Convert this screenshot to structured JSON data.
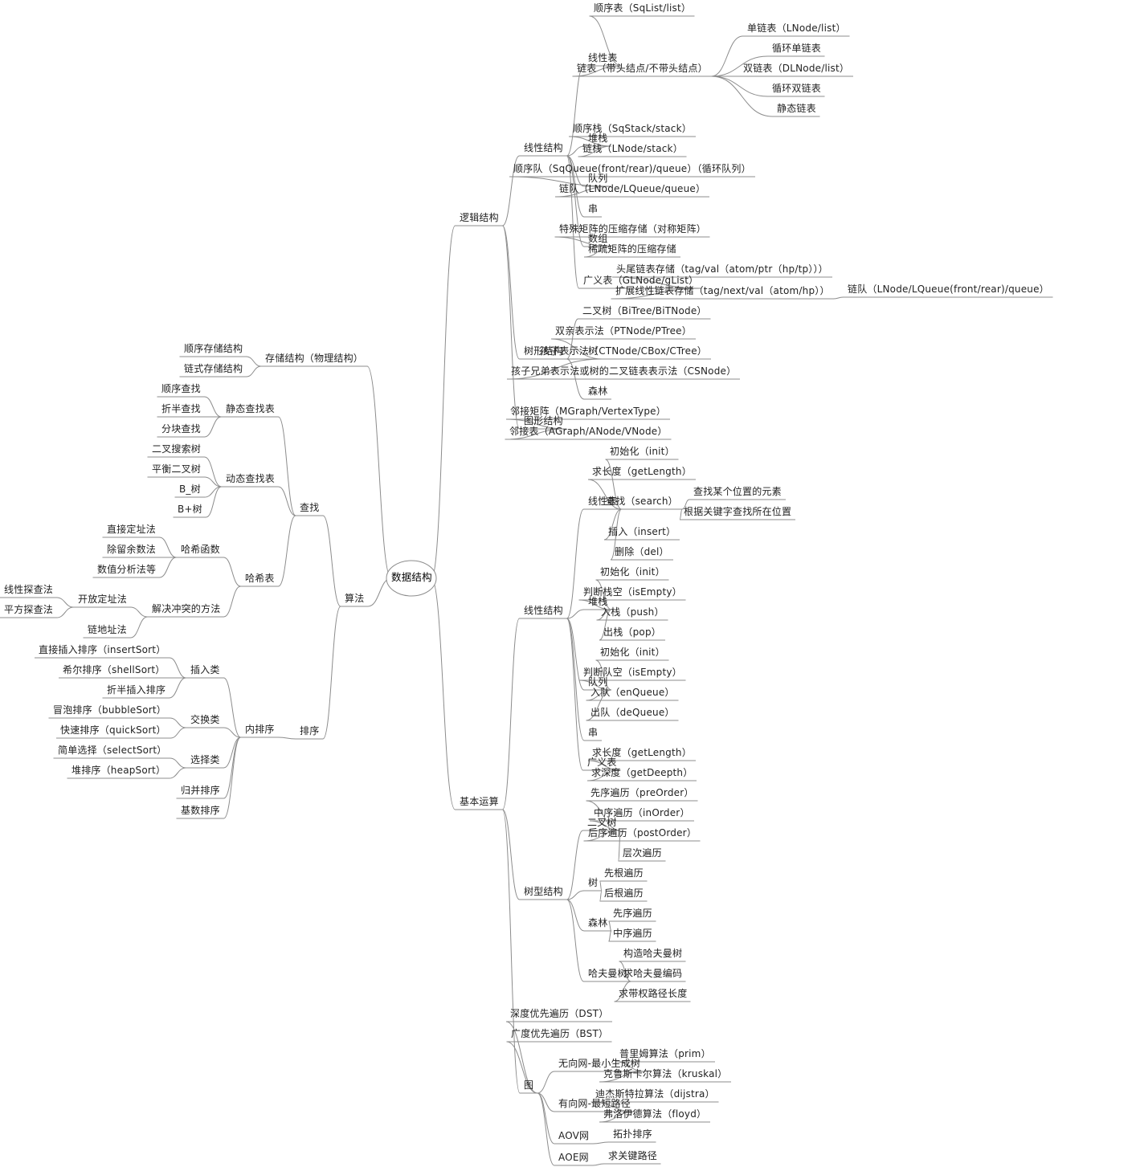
{
  "colors": {
    "line": "#8c8c8c",
    "text": "#222222",
    "background": "#ffffff"
  },
  "root": "数据结构",
  "right": [
    {
      "label": "逻辑结构",
      "children": [
        {
          "label": "线性结构",
          "children": [
            {
              "label": "线性表",
              "children": [
                {
                  "label": "顺序表（SqList/list）"
                },
                {
                  "label": "链表（带头结点/不带头结点）",
                  "children": [
                    {
                      "label": "单链表（LNode/list）"
                    },
                    {
                      "label": "循环单链表"
                    },
                    {
                      "label": "双链表（DLNode/list）"
                    },
                    {
                      "label": "循环双链表"
                    },
                    {
                      "label": "静态链表"
                    }
                  ]
                }
              ]
            },
            {
              "label": "堆栈",
              "children": [
                {
                  "label": "顺序栈（SqStack/stack）"
                },
                {
                  "label": "链栈（LNode/stack）"
                }
              ]
            },
            {
              "label": "队列",
              "children": [
                {
                  "label": "顺序队（SqQueue(front/rear)/queue）（循环队列）"
                },
                {
                  "label": "链队（LNode/LQueue/queue）"
                }
              ]
            },
            {
              "label": "串"
            },
            {
              "label": "数组",
              "children": [
                {
                  "label": "特殊矩阵的压缩存储（对称矩阵）"
                },
                {
                  "label": "稀疏矩阵的压缩存储"
                }
              ]
            },
            {
              "label": "广义表（GLNode/gList）",
              "children": [
                {
                  "label": "头尾链表存储（tag/val（atom/ptr（hp/tp）））"
                },
                {
                  "label": "扩展线性链表存储（tag/next/val（atom/hp））",
                  "children": [
                    {
                      "label": "链队（LNode/LQueue(front/rear)/queue）"
                    }
                  ]
                }
              ]
            }
          ]
        },
        {
          "label": "树形结构",
          "children": [
            {
              "label": "二叉树（BiTree/BiTNode）"
            },
            {
              "label": "树",
              "children": [
                {
                  "label": "双亲表示法（PTNode/PTree）"
                },
                {
                  "label": "孩子表示法（CTNode/CBox/CTree）"
                },
                {
                  "label": "孩子兄弟表示法或树的二叉链表表示法（CSNode）"
                }
              ]
            },
            {
              "label": "森林"
            }
          ]
        },
        {
          "label": "图形结构",
          "children": [
            {
              "label": "邻接矩阵（MGraph/VertexType）"
            },
            {
              "label": "邻接表（AGraph/ANode/VNode）"
            }
          ]
        }
      ]
    },
    {
      "label": "基本运算",
      "children": [
        {
          "label": "线性结构",
          "children": [
            {
              "label": "线性表",
              "children": [
                {
                  "label": "初始化（init）"
                },
                {
                  "label": "求长度（getLength）"
                },
                {
                  "label": "查找（search）",
                  "children": [
                    {
                      "label": "查找某个位置的元素"
                    },
                    {
                      "label": "根据关键字查找所在位置"
                    }
                  ]
                },
                {
                  "label": "插入（insert）"
                },
                {
                  "label": "删除（del）"
                }
              ]
            },
            {
              "label": "堆栈",
              "children": [
                {
                  "label": "初始化（init）"
                },
                {
                  "label": "判断栈空（isEmpty）"
                },
                {
                  "label": "入栈（push）"
                },
                {
                  "label": "出栈（pop）"
                }
              ]
            },
            {
              "label": "队列",
              "children": [
                {
                  "label": "初始化（init）"
                },
                {
                  "label": "判断队空（isEmpty）"
                },
                {
                  "label": "入队（enQueue）"
                },
                {
                  "label": "出队（deQueue）"
                }
              ]
            },
            {
              "label": "串"
            },
            {
              "label": "广义表",
              "children": [
                {
                  "label": "求长度（getLength）"
                },
                {
                  "label": "求深度（getDeepth）"
                }
              ]
            }
          ]
        },
        {
          "label": "树型结构",
          "children": [
            {
              "label": "二叉树",
              "children": [
                {
                  "label": "先序遍历（preOrder）"
                },
                {
                  "label": "中序遍历（inOrder）"
                },
                {
                  "label": "后序遍历（postOrder）"
                },
                {
                  "label": "层次遍历"
                }
              ]
            },
            {
              "label": "树",
              "children": [
                {
                  "label": "先根遍历"
                },
                {
                  "label": "后根遍历"
                }
              ]
            },
            {
              "label": "森林",
              "children": [
                {
                  "label": "先序遍历"
                },
                {
                  "label": "中序遍历"
                }
              ]
            },
            {
              "label": "哈夫曼树",
              "children": [
                {
                  "label": "构造哈夫曼树"
                },
                {
                  "label": "求哈夫曼编码"
                },
                {
                  "label": "求带权路径长度"
                }
              ]
            }
          ]
        },
        {
          "label": "图",
          "children": [
            {
              "label": "深度优先遍历（DST）"
            },
            {
              "label": "广度优先遍历（BST）"
            },
            {
              "label": "无向网-最小生成树",
              "children": [
                {
                  "label": "普里姆算法（prim）"
                },
                {
                  "label": "克鲁斯卡尔算法（kruskal）"
                }
              ]
            },
            {
              "label": "有向网-最短路径",
              "children": [
                {
                  "label": "迪杰斯特拉算法（dijstra）"
                },
                {
                  "label": "弗洛伊德算法（floyd）"
                }
              ]
            },
            {
              "label": "AOV网",
              "children": [
                {
                  "label": "拓扑排序"
                }
              ]
            },
            {
              "label": "AOE网",
              "children": [
                {
                  "label": "求关键路径"
                }
              ]
            }
          ]
        }
      ]
    }
  ],
  "left": [
    {
      "label": "存储结构（物理结构）",
      "children": [
        {
          "label": "顺序存储结构"
        },
        {
          "label": "链式存储结构"
        }
      ]
    },
    {
      "label": "算法",
      "children": [
        {
          "label": "查找",
          "children": [
            {
              "label": "静态查找表",
              "children": [
                {
                  "label": "顺序查找"
                },
                {
                  "label": "折半查找"
                },
                {
                  "label": "分块查找"
                }
              ]
            },
            {
              "label": "动态查找表",
              "children": [
                {
                  "label": "二叉搜索树"
                },
                {
                  "label": "平衡二叉树"
                },
                {
                  "label": "B_树"
                },
                {
                  "label": "B+树"
                }
              ]
            },
            {
              "label": "哈希表",
              "children": [
                {
                  "label": "哈希函数",
                  "children": [
                    {
                      "label": "直接定址法"
                    },
                    {
                      "label": "除留余数法"
                    },
                    {
                      "label": "数值分析法等"
                    }
                  ]
                },
                {
                  "label": "解决冲突的方法",
                  "children": [
                    {
                      "label": "开放定址法",
                      "children": [
                        {
                          "label": "线性探查法"
                        },
                        {
                          "label": "平方探查法"
                        }
                      ]
                    },
                    {
                      "label": "链地址法"
                    }
                  ]
                }
              ]
            }
          ]
        },
        {
          "label": "排序",
          "children": [
            {
              "label": "内排序",
              "children": [
                {
                  "label": "插入类",
                  "children": [
                    {
                      "label": "直接插入排序（insertSort）"
                    },
                    {
                      "label": "希尔排序（shellSort）"
                    },
                    {
                      "label": "折半插入排序"
                    }
                  ]
                },
                {
                  "label": "交换类",
                  "children": [
                    {
                      "label": "冒泡排序（bubbleSort）"
                    },
                    {
                      "label": "快速排序（quickSort）"
                    }
                  ]
                },
                {
                  "label": "选择类",
                  "children": [
                    {
                      "label": "简单选择（selectSort）"
                    },
                    {
                      "label": "堆排序（heapSort）"
                    }
                  ]
                },
                {
                  "label": "归并排序"
                },
                {
                  "label": "基数排序"
                }
              ]
            }
          ]
        }
      ]
    }
  ]
}
